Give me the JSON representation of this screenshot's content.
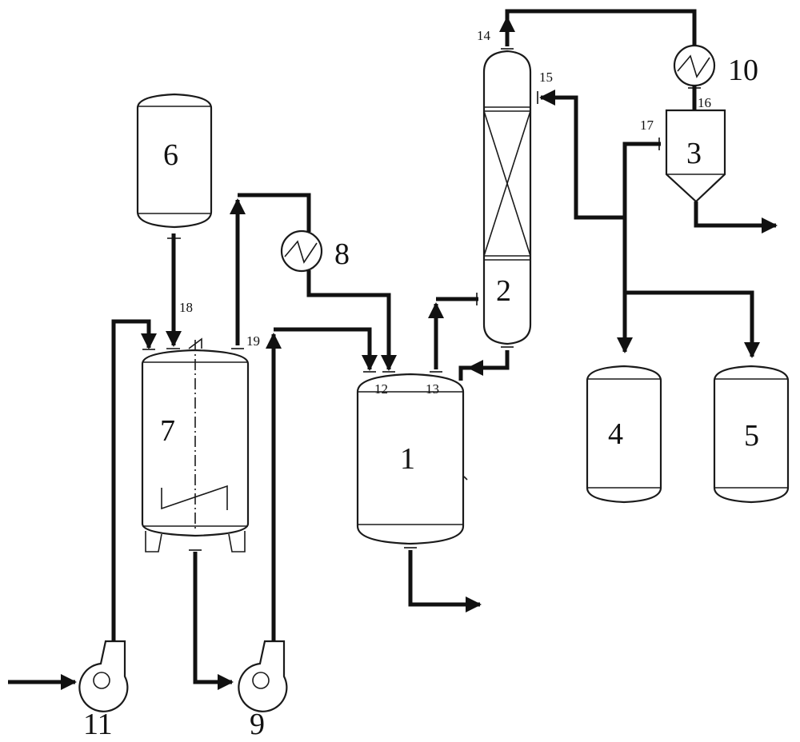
{
  "equipment_labels": {
    "e1": "1",
    "e2": "2",
    "e3": "3",
    "e4": "4",
    "e5": "5",
    "e6": "6",
    "e7": "7",
    "e8": "8",
    "e9": "9",
    "e10": "10",
    "e11": "11"
  },
  "port_labels": {
    "p12": "12",
    "p13": "13",
    "p14": "14",
    "p15": "15",
    "p16": "16",
    "p17": "17",
    "p18": "18",
    "p19": "19"
  }
}
